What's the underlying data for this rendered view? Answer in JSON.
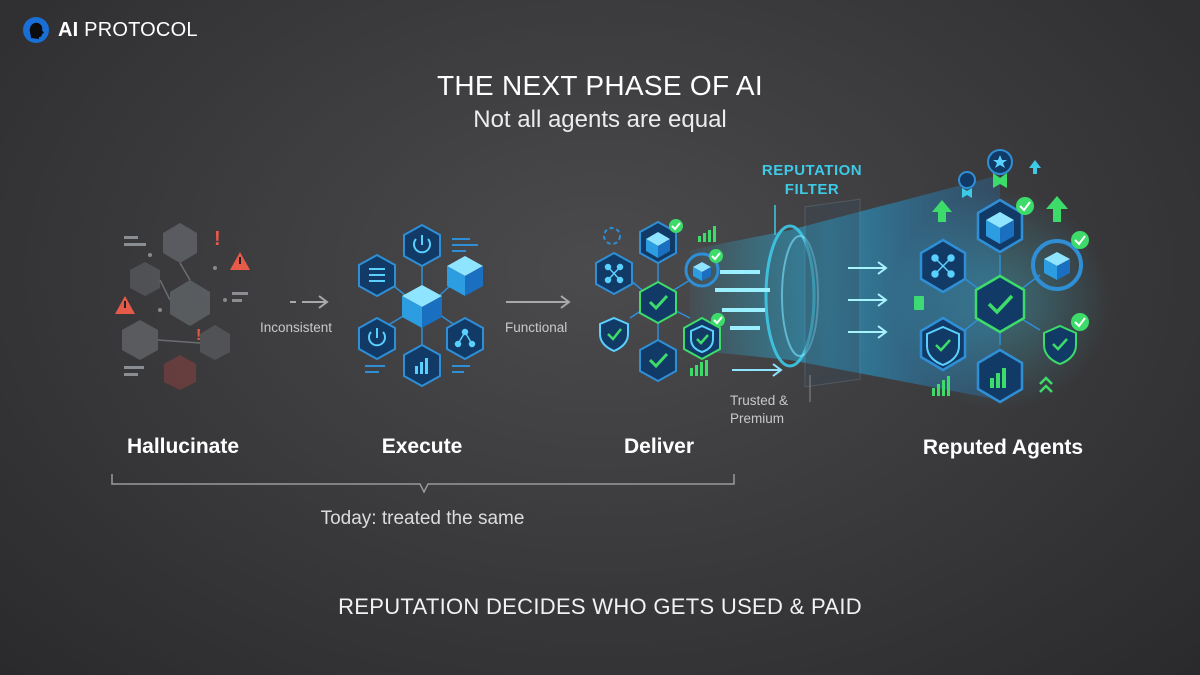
{
  "brand": {
    "name_bold": "AI",
    "name_rest": "PROTOCOL",
    "logo_icon": "head-silhouette-icon"
  },
  "header": {
    "title": "THE NEXT PHASE OF AI",
    "subtitle": "Not all agents are equal"
  },
  "stages": [
    {
      "label": "Hallucinate"
    },
    {
      "label": "Execute"
    },
    {
      "label": "Deliver"
    },
    {
      "label": "Reputed Agents"
    }
  ],
  "transitions": [
    {
      "label": "Inconsistent"
    },
    {
      "label": "Functional"
    }
  ],
  "filter": {
    "line1": "REPUTATION",
    "line2": "FILTER"
  },
  "trusted": {
    "line1": "Trusted &",
    "line2": "Premium"
  },
  "grouping": {
    "label": "Today: treated the same"
  },
  "footer": {
    "text": "REPUTATION DECIDES WHO GETS USED & PAID"
  },
  "colors": {
    "accent_cyan": "#3ec9e6",
    "accent_green": "#3ddc6a",
    "node_fill": "#123a66",
    "node_stroke": "#2f8fd6"
  }
}
